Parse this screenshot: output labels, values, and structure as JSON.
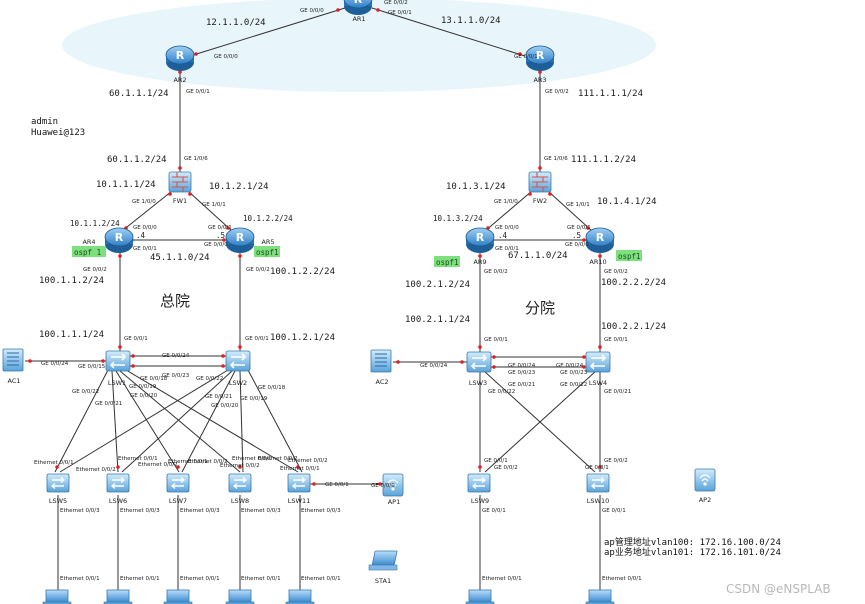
{
  "info": {
    "user": "admin",
    "password": "Huawei@123",
    "zone_main": "总院",
    "zone_branch": "分院",
    "ap_mgmt": "ap管理地址vlan100: 172.16.100.0/24",
    "ap_biz": "ap业务地址vlan101: 172.16.101.0/24",
    "watermark": "CSDN @eNSPLAB"
  },
  "devices": {
    "ar1": "AR1",
    "ar2": "AR2",
    "ar3": "AR3",
    "fw1": "FW1",
    "fw2": "FW2",
    "ar4": "AR4",
    "ar5": "AR5",
    "ar9": "AR9",
    "ar10": "AR10",
    "ac1": "AC1",
    "ac2": "AC2",
    "lsw1": "LSW1",
    "lsw2": "LSW2",
    "lsw3": "LSW3",
    "lsw4": "LSW4",
    "lsw5": "LSW5",
    "lsw6": "LSW6",
    "lsw7": "LSW7",
    "lsw8": "LSW8",
    "lsw11": "LSW11",
    "lsw9": "LSW9",
    "lsw10": "LSW10",
    "ap1": "AP1",
    "ap2": "AP2",
    "sta1": "STA1"
  },
  "ospf": {
    "left": "ospf 1",
    "ar5": "ospf1",
    "ar9": "ospf1",
    "ar10": "ospf1"
  },
  "subnets": {
    "ar1_ar2": "12.1.1.0/24",
    "ar1_ar3": "13.1.1.0/24",
    "ar2_up": "60.1.1.1/24",
    "fw1_up": "60.1.1.2/24",
    "ar3_up": "111.1.1.1/24",
    "fw2_up": "111.1.1.2/24",
    "fw1_l": "10.1.1.1/24",
    "fw1_r": "10.1.2.1/24",
    "ar4_up": "10.1.1.2/24",
    "ar5_up": "10.1.2.2/24",
    "ar4_ar5": "45.1.1.0/24",
    "dot4_l": ".4",
    "dot5_l": ".5",
    "ar4_down": "100.1.1.2/24",
    "ar5_down": "100.1.2.2/24",
    "lsw1_up": "100.1.1.1/24",
    "lsw2_up": "100.1.2.1/24",
    "fw2_l": "10.1.3.1/24",
    "fw2_r": "10.1.4.1/24",
    "ar9_up": "10.1.3.2/24",
    "ar9_ar10": "67.1.1.0/24",
    "dot4_r": ".4",
    "dot5_r": ".5",
    "ar9_down": "100.2.1.2/24",
    "ar10_down": "100.2.2.2/24",
    "lsw3_up": "100.2.1.1/24",
    "lsw4_up": "100.2.2.1/24"
  },
  "ports": {
    "p_ar1_top": "GE 0/0/2",
    "p_ar1_l": "GE 0/0/0",
    "p_ar1_r": "GE 0/0/1",
    "p_ar2_in": "GE 0/0/0",
    "p_ar2_down": "GE 0/0/1",
    "p_ar3_in": "GE 0/0/1",
    "p_ar3_down": "GE 0/0/2",
    "p_fw1_up": "GE 1/0/6",
    "p_fw1_l": "GE 1/0/0",
    "p_fw1_r": "GE 1/0/1",
    "p_ar4_up": "GE 0/0/0",
    "p_ar4_r": "GE 0/0/1",
    "p_ar5_up": "GE 0/0/1",
    "p_ar5_l": "GE 0/0/0",
    "p_ar4_down": "GE 0/0/2",
    "p_ar5_down": "GE 0/0/2",
    "p_lsw1_up": "GE 0/0/1",
    "p_lsw2_up": "GE 0/0/1",
    "p_ac1": "GE 0/0/24",
    "p_lsw1_ac": "GE 0/0/15",
    "p_lsw1_lsw2": "GE 0/0/24",
    "p_lsw1_23": "GE 0/0/23",
    "p_lsw1_18": "GE 0/0/18",
    "p_lsw1_19": "GE 0/0/19",
    "p_lsw1_20": "GE 0/0/20",
    "p_lsw1_22": "GE 0/0/22",
    "p_lsw1_21": "GE 0/0/21",
    "p_lsw2_22": "GE 0/0/22",
    "p_lsw2_21": "GE 0/0/21",
    "p_lsw2_18": "GE 0/0/18",
    "p_lsw2_19": "GE 0/0/19",
    "p_lsw2_20": "GE 0/0/20",
    "eth1": "Ethernet 0/0/1",
    "eth2": "Ethernet 0/0/2",
    "eth3": "Ethernet 0/0/3",
    "p_lsw11_ap": "GE 0/0/1",
    "p_ap1": "GE 0/0/0",
    "p_fw2_up": "GE 1/0/6",
    "p_fw2_l": "GE 1/0/0",
    "p_fw2_r": "GE 1/0/1",
    "p_ar9_up": "GE 0/0/0",
    "p_ar9_r": "GE 0/0/1",
    "p_ar10_up": "GE 0/0/1",
    "p_ar10_l": "GE 0/0/0",
    "p_ar9_down": "GE 0/0/2",
    "p_ar10_down": "GE 0/0/2",
    "p_lsw3_up": "GE 0/0/1",
    "p_lsw4_up": "GE 0/0/1",
    "p_ac2": "GE 0/0/24",
    "p_lsw3_24": "GE 0/0/24",
    "p_lsw3_23": "GE 0/0/23",
    "p_lsw3_21": "GE 0/0/21",
    "p_lsw3_22": "GE 0/0/22",
    "p_lsw4_24": "GE 0/0/24",
    "p_lsw4_23": "GE 0/0/23",
    "p_lsw4_21": "GE 0/0/21",
    "p_lsw4_22": "GE 0/0/22",
    "p_lsw9_1": "GE 0/0/1",
    "p_lsw9_2": "GE 0/0/2",
    "p_lsw10_1": "GE 0/0/1",
    "p_lsw10_2": "GE 0/0/2",
    "p_lsw9_pc": "Ethernet 0/0/1",
    "p_lsw10_pc": "Ethernet 0/0/1"
  }
}
